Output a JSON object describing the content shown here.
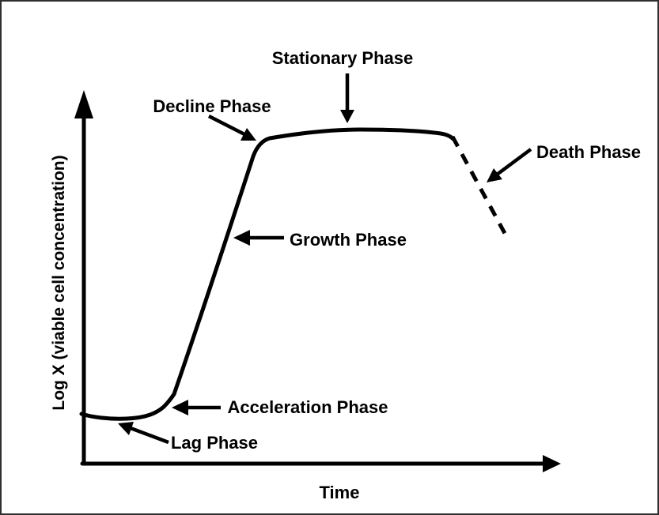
{
  "figure": {
    "description": "Microbial growth curve diagram showing phases of cell growth over time",
    "background_color": "#ffffff",
    "ink_color": "#000000",
    "border_color": "#2f2f2f",
    "y_axis_label": "Log X (viable cell concentration)",
    "x_axis_label": "Time",
    "labels": {
      "stationary": "Stationary Phase",
      "decline": "Decline Phase",
      "death": "Death Phase",
      "growth": "Growth Phase",
      "acceleration": "Acceleration Phase",
      "lag": "Lag Phase"
    }
  },
  "chart_data": {
    "type": "line",
    "title": "",
    "xlabel": "Time",
    "ylabel": "Log X (viable cell concentration)",
    "axes_have_tick_labels": false,
    "grid": false,
    "legend": false,
    "style": "schematic qualitative curve, black on white",
    "series": [
      {
        "name": "viable cell concentration (solid curve)",
        "line_style": "solid",
        "x_norm": [
          0.0,
          0.09,
          0.17,
          0.19,
          0.27,
          0.36,
          0.39,
          0.58,
          0.75,
          0.78
        ],
        "y_norm": [
          0.13,
          0.12,
          0.15,
          0.19,
          0.48,
          0.82,
          0.87,
          0.89,
          0.88,
          0.87
        ]
      },
      {
        "name": "death phase projection (dashed curve)",
        "line_style": "dashed",
        "x_norm": [
          0.78,
          0.89
        ],
        "y_norm": [
          0.87,
          0.61
        ]
      }
    ],
    "phases_in_order": [
      "Lag Phase",
      "Acceleration Phase",
      "Growth Phase",
      "Decline Phase",
      "Stationary Phase",
      "Death Phase"
    ]
  }
}
